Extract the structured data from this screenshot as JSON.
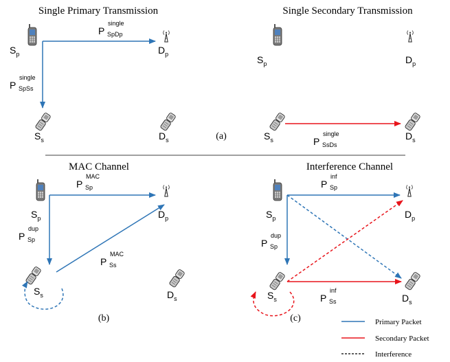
{
  "colors": {
    "primary": "#2E75B6",
    "secondary": "#E8141B",
    "interference": "#000000",
    "phone_body": "#7A7A7A",
    "phone_screen": "#4F81BD"
  },
  "icons": {
    "handset": "mobile-phone-icon",
    "antenna": "antenna-icon",
    "flip_phone": "flip-phone-icon"
  },
  "panels": {
    "single_primary": {
      "title": "Single Primary Transmission",
      "sp": {
        "main": "S",
        "sub": "p"
      },
      "dp": {
        "main": "D",
        "sub": "p"
      },
      "ss": {
        "main": "S",
        "sub": "s"
      },
      "ds": {
        "main": "D",
        "sub": "s"
      },
      "p_spdp": {
        "main": "P",
        "sub": "SpDp",
        "sup": "single"
      },
      "p_spss": {
        "main": "P",
        "sub": "SpSs",
        "sup": "single"
      }
    },
    "single_secondary": {
      "title": "Single Secondary Transmission",
      "sp": {
        "main": "S",
        "sub": "p"
      },
      "dp": {
        "main": "D",
        "sub": "p"
      },
      "ss": {
        "main": "S",
        "sub": "s"
      },
      "ds": {
        "main": "D",
        "sub": "s"
      },
      "p_ssds": {
        "main": "P",
        "sub": "SsDs",
        "sup": "single"
      }
    },
    "mac": {
      "title": "MAC Channel",
      "sp": {
        "main": "S",
        "sub": "p"
      },
      "dp": {
        "main": "D",
        "sub": "p"
      },
      "ss": {
        "main": "S",
        "sub": "s"
      },
      "ds": {
        "main": "D",
        "sub": "s"
      },
      "p_sp_mac": {
        "main": "P",
        "sub": "Sp",
        "sup": "MAC"
      },
      "p_sp_dup": {
        "main": "P",
        "sub": "Sp",
        "sup": "dup"
      },
      "p_ss_mac": {
        "main": "P",
        "sub": "Ss",
        "sup": "MAC"
      }
    },
    "interference": {
      "title": "Interference Channel",
      "sp": {
        "main": "S",
        "sub": "p"
      },
      "dp": {
        "main": "D",
        "sub": "p"
      },
      "ss": {
        "main": "S",
        "sub": "s"
      },
      "ds": {
        "main": "D",
        "sub": "s"
      },
      "p_sp_inf": {
        "main": "P",
        "sub": "Sp",
        "sup": "inf"
      },
      "p_sp_dup": {
        "main": "P",
        "sub": "Sp",
        "sup": "dup"
      },
      "p_ss_inf": {
        "main": "P",
        "sub": "Ss",
        "sup": "inf"
      }
    }
  },
  "captions": {
    "a": "(a)",
    "b": "(b)",
    "c": "(c)"
  },
  "legend": {
    "primary": "Primary Packet",
    "secondary": "Secondary Packet",
    "interference": "Interference"
  }
}
